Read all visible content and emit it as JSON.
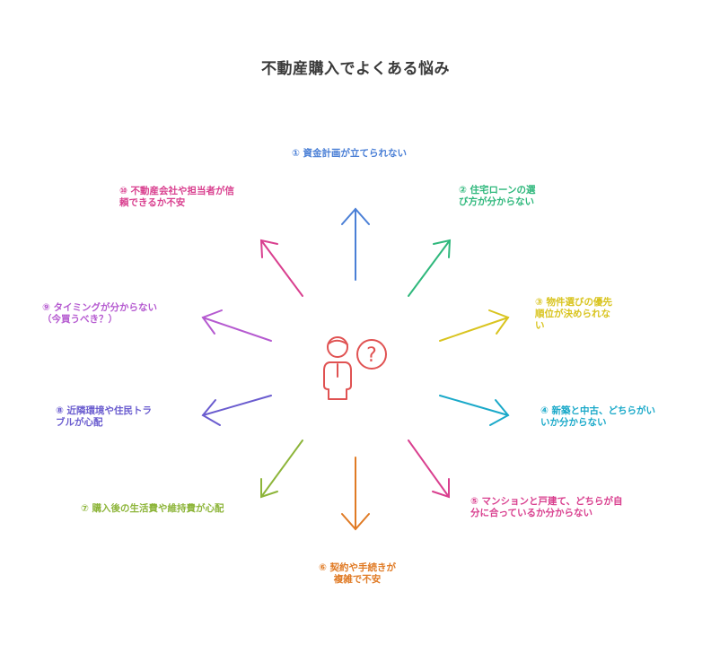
{
  "title": "不動産購入でよくある悩み",
  "center_icon": "confused-person-icon",
  "question_mark": "?",
  "items": [
    {
      "text": "① 資金計画が立てられない",
      "color": "#4a7fd6"
    },
    {
      "text": "② 住宅ローンの選\nび方が分からない",
      "color": "#2fb87c"
    },
    {
      "text": "③ 物件選びの優先\n順位が決められな\nい",
      "color": "#d9c41f"
    },
    {
      "text": "④ 新築と中古、どちらがい\nいか分からない",
      "color": "#1aa9c9"
    },
    {
      "text": "⑤ マンションと戸建て、どちらが自\n分に合っているか分からない",
      "color": "#d9408f"
    },
    {
      "text": "⑥ 契約や手続きが\n複雑で不安",
      "color": "#e07a24"
    },
    {
      "text": "⑦ 購入後の生活費や維持費が心配",
      "color": "#8db53a"
    },
    {
      "text": "⑧ 近隣環境や住民トラ\nブルが心配",
      "color": "#6a5ccf"
    },
    {
      "text": "⑨ タイミングが分からない\n（今買うべき？）",
      "color": "#b55ad0"
    },
    {
      "text": "⑩ 不動産会社や担当者が信\n頼できるか不安",
      "color": "#d9408f"
    }
  ],
  "icon_color": "#e05252"
}
